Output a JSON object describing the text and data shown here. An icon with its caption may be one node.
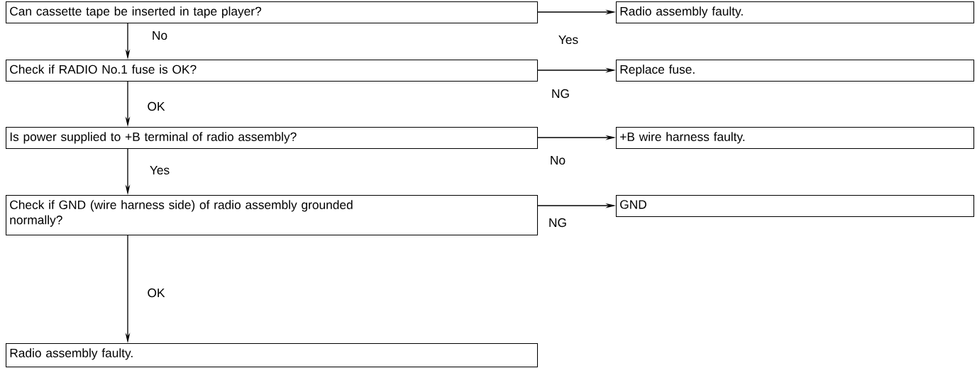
{
  "diagram": {
    "nodes": [
      {
        "text": [
          "Can cassette tape be inserted in tape player?"
        ]
      },
      {
        "text": [
          "Radio assembly faulty."
        ]
      },
      {
        "text": [
          "Check if RADIO No.1 fuse is OK?"
        ]
      },
      {
        "text": [
          "Replace fuse."
        ]
      },
      {
        "text": [
          "Is power supplied to +B terminal of radio assembly?"
        ]
      },
      {
        "text": [
          "+B wire harness faulty."
        ]
      },
      {
        "text": [
          "Check if GND (wire harness side) of radio assembly grounded normally?"
        ]
      },
      {
        "text": [
          "GND"
        ]
      },
      {
        "text": [
          "Radio assembly faulty."
        ]
      }
    ],
    "edges": [
      {
        "from": 0,
        "to": 1,
        "arrow": "to",
        "label": "Yes"
      },
      {
        "from": 0,
        "to": 2,
        "arrow": "to",
        "label": "No"
      },
      {
        "from": 2,
        "to": 3,
        "arrow": "to",
        "label": "NG"
      },
      {
        "from": 2,
        "to": 4,
        "arrow": "to",
        "label": "OK"
      },
      {
        "from": 4,
        "to": 5,
        "arrow": "to",
        "label": "No"
      },
      {
        "from": 4,
        "to": 6,
        "arrow": "to",
        "label": "Yes"
      },
      {
        "from": 6,
        "to": 7,
        "arrow": "to",
        "label": "NG"
      },
      {
        "from": 6,
        "to": 8,
        "arrow": "to",
        "label": "OK"
      }
    ]
  }
}
